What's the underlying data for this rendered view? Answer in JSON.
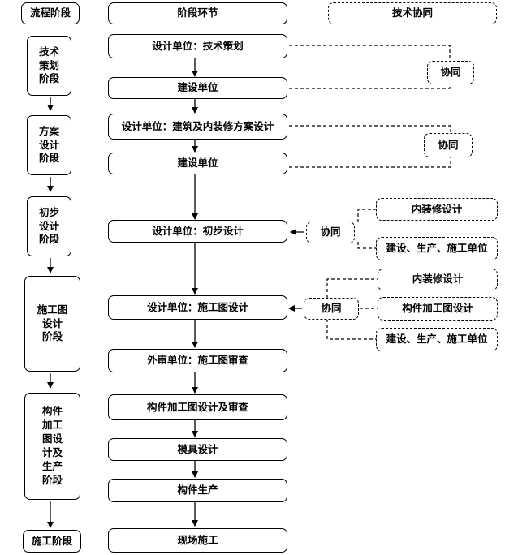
{
  "header": {
    "stage_col": "流程阶段",
    "step_col": "阶段环节",
    "collab_col": "技术协同"
  },
  "stages": [
    "技术\n策划\n阶段",
    "方案\n设计\n阶段",
    "初步\n设计\n阶段",
    "施工图\n设计\n阶段",
    "构件\n加工\n图设\n计及\n生产\n阶段",
    "施工阶段"
  ],
  "steps": [
    "设计单位：技术策划",
    "建设单位",
    "设计单位：建筑及内装修方案设计",
    "建设单位",
    "设计单位：初步设计",
    "设计单位：施工图设计",
    "外审单位：施工图审查",
    "构件加工图设计及审查",
    "模具设计",
    "构件生产",
    "现场施工"
  ],
  "collab": {
    "label_1": "协同",
    "label_2": "协同",
    "label_3": "协同",
    "label_4": "协同",
    "partners_3": [
      "内装修设计",
      "建设、生产、施工单位"
    ],
    "partners_4": [
      "内装修设计",
      "构件加工图设计",
      "建设、生产、施工单位"
    ]
  }
}
